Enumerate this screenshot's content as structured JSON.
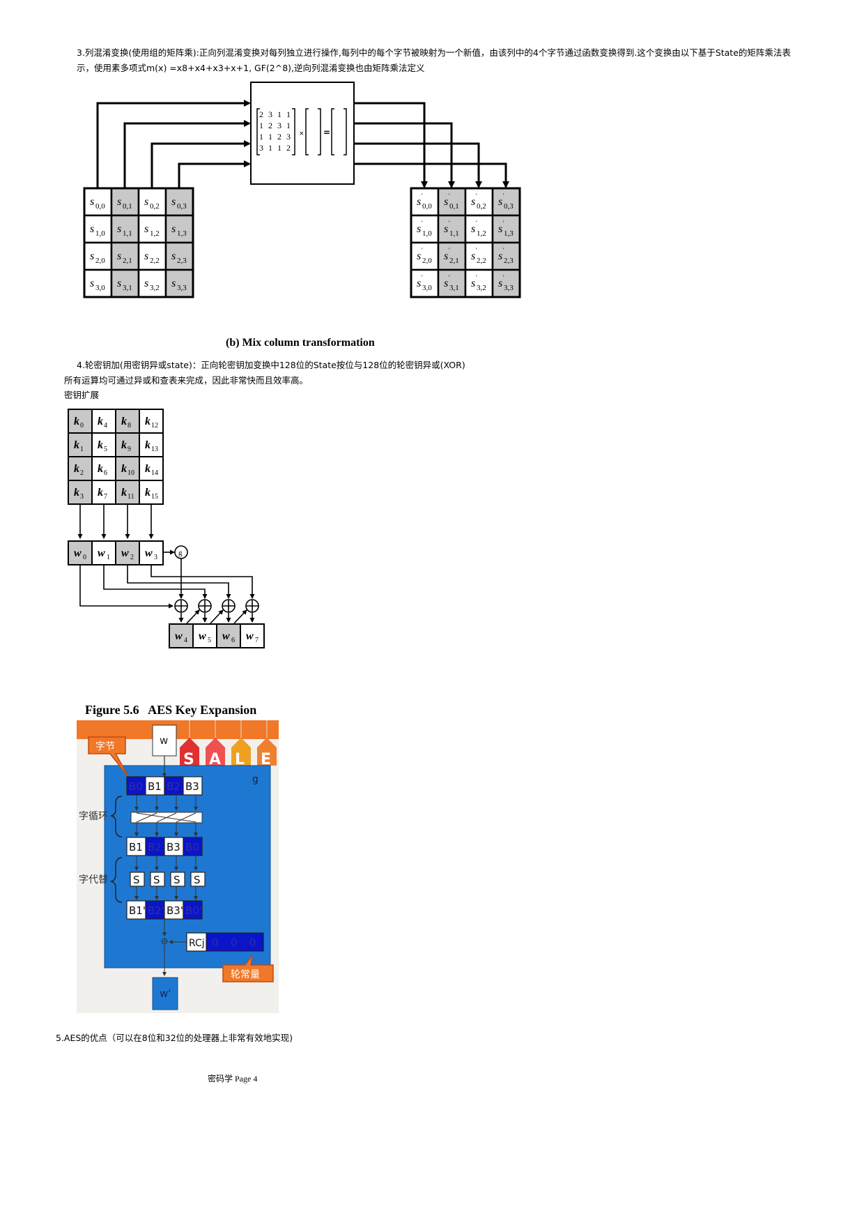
{
  "section3": {
    "line1": "3.列混淆变换(使用组的矩阵乘):正向列混淆变换对每列独立进行操作,每列中的每个字节被映射为一个新值，由该列中的4个字节通过函数变换得到.这个变换由以下基于State的矩阵乘法表",
    "line2": "示，使用素多项式m(x) =x8+x4+x3+x+1, GF(2^8),逆向列混淆变换也由矩阵乘法定义"
  },
  "mix_column": {
    "matrix": [
      [
        "2",
        "3",
        "1",
        "1"
      ],
      [
        "1",
        "2",
        "3",
        "1"
      ],
      [
        "1",
        "1",
        "2",
        "3"
      ],
      [
        "3",
        "1",
        "1",
        "2"
      ]
    ],
    "times": "×",
    "equals": "=",
    "caption": "(b) Mix column transformation"
  },
  "section4": {
    "line1": "4.轮密钥加(用密钥异或state)：正向轮密钥加变换中128位的State按位与128位的轮密钥异或(XOR)",
    "line2": "所有运算均可通过异或和查表来完成，因此非常快而且效率高。",
    "line3": "密钥扩展"
  },
  "key_expansion": {
    "g_label": "g",
    "figure_title": "Figure 5.6   AES Key Expansion"
  },
  "g_function": {
    "w_in": "w",
    "w_out": "w'",
    "g_label": "g",
    "byte_callout": "字节",
    "rotword_label": "字循环",
    "subword_label": "字代替",
    "round_const_callout": "轮常量",
    "row1": [
      "B0",
      "B1",
      "B2",
      "B3"
    ],
    "row2": [
      "B1",
      "B2",
      "B3",
      "B0"
    ],
    "sbox": [
      "S",
      "S",
      "S",
      "S"
    ],
    "row3": [
      "B1'",
      "B2'",
      "B3'",
      "B0'"
    ],
    "rc": [
      "RCj",
      "0",
      "0",
      "0"
    ],
    "xor": "⊕",
    "sale_letters": [
      "S",
      "A",
      "L",
      "E"
    ]
  },
  "section5": {
    "line1": "5.AES的优点（可以在8位和32位的处理器上非常有效地实现)"
  },
  "footer": "密码学 Page 4",
  "colors": {
    "gray_cell": "#c8c8c8",
    "g_blue": "#1e78d2",
    "dark_blue": "#0a14c8",
    "orange": "#f07828"
  }
}
